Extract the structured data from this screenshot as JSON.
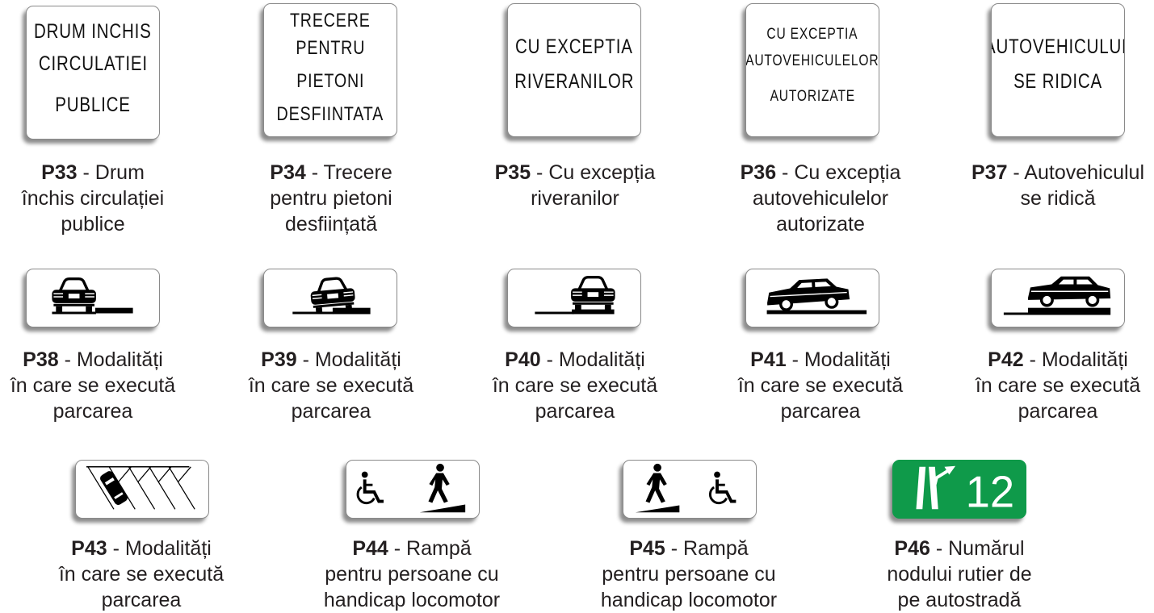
{
  "colors": {
    "sign_green": "#0f9a4a",
    "text": "#231f20"
  },
  "signs": [
    {
      "code": "P33",
      "caption_lines": [
        " - Drum",
        "închis circulației",
        "publice"
      ],
      "sign_text": [
        "DRUM  INCHIS",
        "CIRCULATIEI",
        "PUBLICE"
      ],
      "icon": "text"
    },
    {
      "code": "P34",
      "caption_lines": [
        " - Trecere",
        "pentru pietoni",
        "desființată"
      ],
      "sign_text": [
        "TRECERE",
        "PENTRU",
        "PIETONI",
        "DESFIINTATA"
      ],
      "icon": "text"
    },
    {
      "code": "P35",
      "caption_lines": [
        " - Cu excepția",
        "riveranilor"
      ],
      "sign_text": [
        "CU  EXCEPTIA",
        "RIVERANILOR"
      ],
      "icon": "text"
    },
    {
      "code": "P36",
      "caption_lines": [
        " - Cu excepția",
        "autovehiculelor",
        "autorizate"
      ],
      "sign_text": [
        "CU  EXCEPTIA",
        "AUTOVEHICULELOR",
        "AUTORIZATE"
      ],
      "icon": "text"
    },
    {
      "code": "P37",
      "caption_lines": [
        " - Autovehiculul",
        "se ridică"
      ],
      "sign_text": [
        "AUTOVEHICULUL",
        "SE  RIDICA"
      ],
      "icon": "text"
    },
    {
      "code": "P38",
      "caption_lines": [
        " - Modalități",
        "în care se execută",
        "parcarea"
      ],
      "icon": "car-front-sidewalk-right-icon"
    },
    {
      "code": "P39",
      "caption_lines": [
        " - Modalități",
        "în care se execută",
        "parcarea"
      ],
      "icon": "car-front-half-sidewalk-icon"
    },
    {
      "code": "P40",
      "caption_lines": [
        " - Modalități",
        "în care se execută",
        "parcarea"
      ],
      "icon": "car-front-on-sidewalk-icon"
    },
    {
      "code": "P41",
      "caption_lines": [
        " - Modalități",
        "în care se execută",
        "parcarea"
      ],
      "icon": "car-side-half-sidewalk-icon"
    },
    {
      "code": "P42",
      "caption_lines": [
        " - Modalități",
        "în care se execută",
        "parcarea"
      ],
      "icon": "car-side-on-sidewalk-icon"
    },
    {
      "code": "P43",
      "caption_lines": [
        " - Modalități",
        "în care se execută",
        "parcarea"
      ],
      "icon": "angled-parking-icon"
    },
    {
      "code": "P44",
      "caption_lines": [
        " - Rampă",
        "pentru persoane cu",
        "handicap locomotor"
      ],
      "icon": "wheelchair-pedestrian-ramp-icon"
    },
    {
      "code": "P45",
      "caption_lines": [
        " - Rampă",
        "pentru persoane cu",
        "handicap locomotor"
      ],
      "icon": "pedestrian-ramp-wheelchair-icon"
    },
    {
      "code": "P46",
      "caption_lines": [
        " - Numărul",
        "nodului rutier de",
        "pe autostradă"
      ],
      "sign_text": [
        "12"
      ],
      "icon": "motorway-exit-icon"
    }
  ]
}
